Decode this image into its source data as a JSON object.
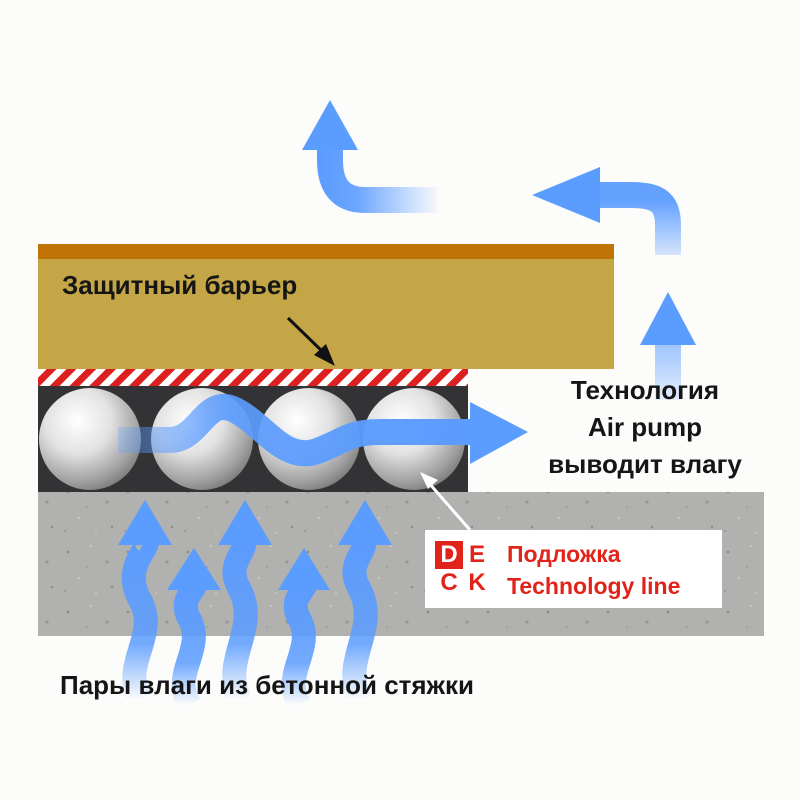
{
  "labels": {
    "barrier": "Защитный барьер",
    "technology": [
      "Технология",
      "Air pump",
      "выводит влагу"
    ],
    "vapor": "Пары влаги из бетонной стяжки"
  },
  "badge": {
    "logo_letters": [
      "D",
      "E",
      "C",
      "K"
    ],
    "title": "Подложка",
    "subtitle": "Technology line"
  },
  "colors": {
    "barrier_top": "#c07405",
    "barrier_body": "#c5a646",
    "stripe_red": "#dc1f1f",
    "underlay": "#333335",
    "concrete": "#b0b0ae",
    "arrow_blue": "#5b9cff",
    "brand_red": "#e2231a"
  }
}
